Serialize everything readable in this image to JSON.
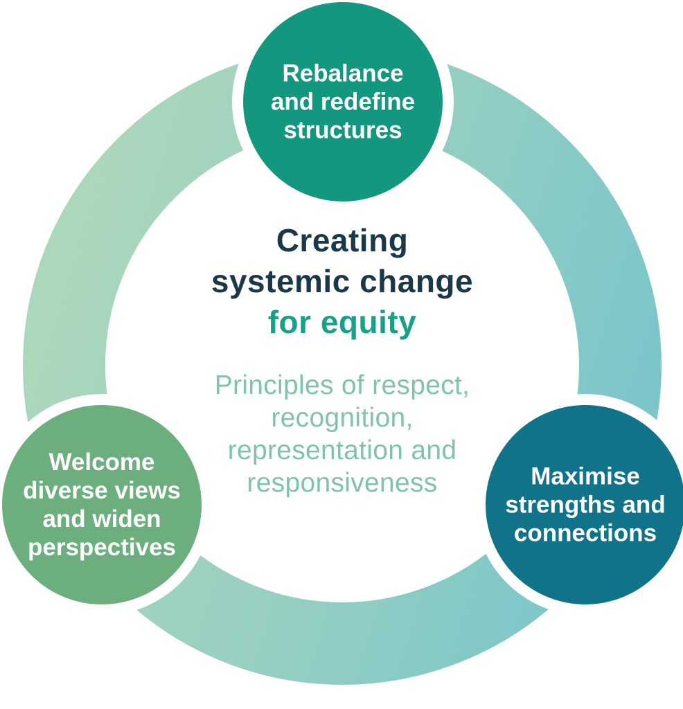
{
  "diagram": {
    "center": {
      "title_lines": [
        "Creating",
        "systemic change"
      ],
      "title_accent": "for equity",
      "subtitle_lines": [
        "Principles of respect,",
        "recognition,",
        "representation and",
        "responsiveness"
      ]
    },
    "nodes": [
      {
        "id": "rebalance",
        "lines": [
          "Rebalance",
          "and redefine",
          "structures"
        ],
        "color": "#14977f"
      },
      {
        "id": "welcome",
        "lines": [
          "Welcome",
          "diverse views",
          "and widen",
          "perspectives"
        ],
        "color": "#6cae7d"
      },
      {
        "id": "maximise",
        "lines": [
          "Maximise",
          "strengths and",
          "connections"
        ],
        "color": "#11738a"
      }
    ],
    "colors": {
      "background": "#ffffff",
      "title_text": "#1b3848",
      "accent_text": "#18a189",
      "subtitle_text": "#7fc4a9",
      "node_text": "#ffffff",
      "node_gap": "#ffffff",
      "ring_gradient": [
        "#abd7bb",
        "#97cfc2",
        "#7cc6c9"
      ]
    }
  }
}
